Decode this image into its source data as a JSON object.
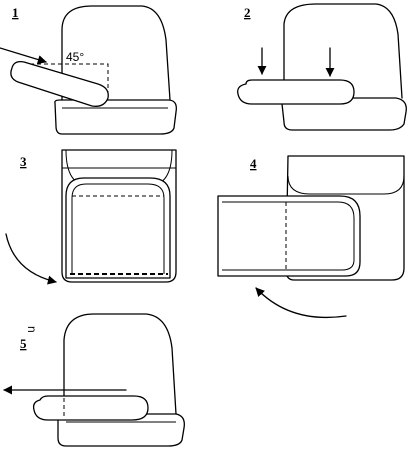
{
  "steps": [
    {
      "number": "1",
      "annotation": "45°"
    },
    {
      "number": "2"
    },
    {
      "number": "3"
    },
    {
      "number": "4"
    },
    {
      "number": "5",
      "stray_mark": "n"
    }
  ]
}
